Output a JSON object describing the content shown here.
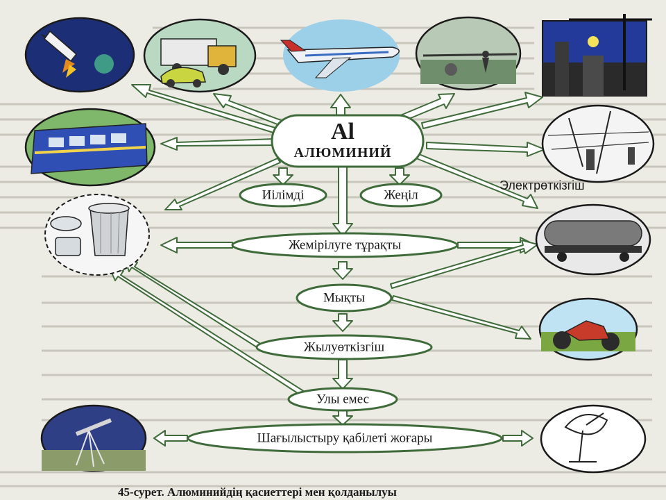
{
  "center": {
    "symbol": "Al",
    "name": "АЛЮМИНИЙ"
  },
  "properties": {
    "malleable": "Иілімді",
    "light": "Жеңіл",
    "corrosion": "Жемірілуге тұрақты",
    "strong": "Мықты",
    "conductor": "Жылуөткізгіш",
    "nontoxic": "Улы емес",
    "reflective": "Шағылыстыру қабілеті жоғары"
  },
  "side_label": "Электрөткізгіш",
  "caption": "45-сурет. Алюминийдің қасиеттері мен қолданылуы",
  "icons": [
    "rocket-icon",
    "trucks-icon",
    "airplane-icon",
    "workers-icon",
    "construction-icon",
    "train-icon",
    "power-lines-icon",
    "kitchenware-icon",
    "tanker-icon",
    "motorcycle-icon",
    "telescope-icon",
    "satellite-dish-icon"
  ],
  "colors": {
    "arrow_stroke": "#3f6b3a",
    "paper": "#ecebe4"
  }
}
